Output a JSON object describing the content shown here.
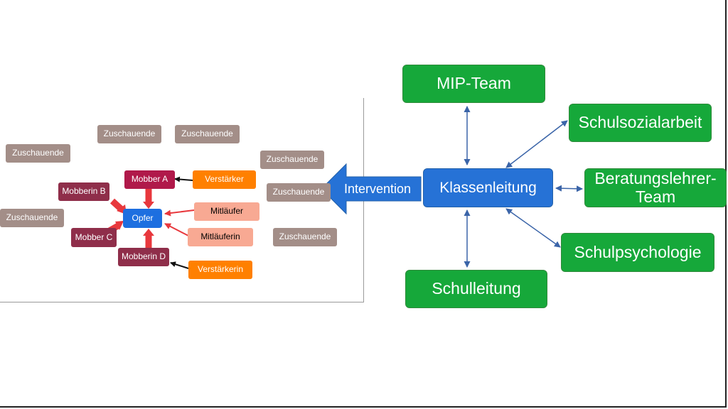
{
  "left_diagram": {
    "bystanders": [
      "Zuschauende",
      "Zuschauende",
      "Zuschauende",
      "Zuschauende",
      "Zuschauende",
      "Zuschauende",
      "Zuschauende"
    ],
    "bully_a": "Mobber A",
    "bully_b": "Mobberin B",
    "bully_c": "Mobber C",
    "bully_d": "Mobberin D",
    "victim": "Opfer",
    "reinforcer_1": "Verstärker",
    "reinforcer_2": "Verstärkerin",
    "follower_1": "Mitläufer",
    "follower_2": "Mitläuferin"
  },
  "intervention": "Intervention",
  "network": {
    "center": "Klassenleitung",
    "mip_team": "MIP-Team",
    "social_work": "Schulsozialarbeit",
    "counselor_team": "Beratungslehrer-Team",
    "psychology": "Schulpsychologie",
    "school_management": "Schulleitung"
  },
  "colors": {
    "bystander": "#a38e88",
    "bully": "#8f2e4a",
    "victim": "#1d6fe0",
    "reinforcer": "#ff8000",
    "follower": "#f8a993",
    "network_partner": "#16a83a",
    "class_teacher": "#2672d6",
    "arrow_red": "#e8383d"
  }
}
